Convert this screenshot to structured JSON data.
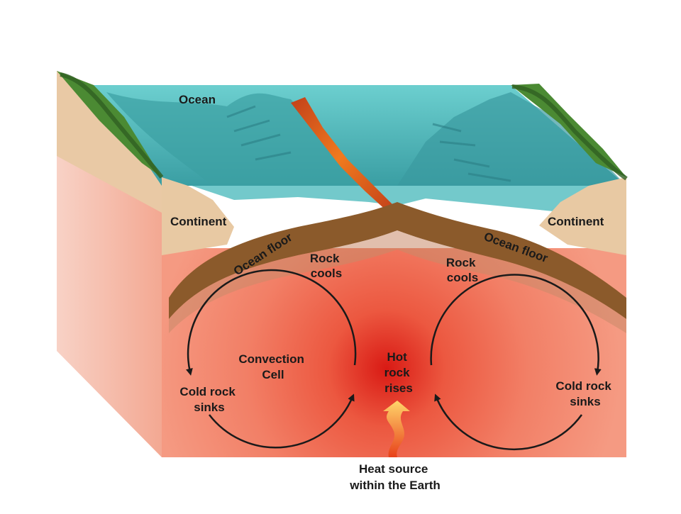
{
  "labels": {
    "ocean": "Ocean",
    "continent_left": "Continent",
    "continent_right": "Continent",
    "ocean_floor_left": "Ocean floor",
    "ocean_floor_right": "Ocean floor",
    "rock_cools_left": [
      "Rock",
      "cools"
    ],
    "rock_cools_right": [
      "Rock",
      "cools"
    ],
    "convection_cell": [
      "Convection",
      "Cell"
    ],
    "hot_rock_rises": [
      "Hot",
      "rock",
      "rises"
    ],
    "cold_rock_sinks_left": [
      "Cold rock",
      "sinks"
    ],
    "cold_rock_sinks_right": [
      "Cold rock",
      "sinks"
    ],
    "heat_source": [
      "Heat source",
      "within the Earth"
    ]
  },
  "colors": {
    "mantle": "#f08a72",
    "mantle_hot": "#e0261e",
    "mantle_side": "#f6c3b4",
    "ocean_water": "#4fb6b8",
    "ocean_deep": "#2f8f95",
    "ocean_floor_crust": "#8b5a2b",
    "continent": "#e8c9a3",
    "vegetation": "#3f7a2e",
    "ridge_magma": "#e8561a",
    "heat_arrow": "#f5a623",
    "arrow": "#1a1a1a"
  }
}
